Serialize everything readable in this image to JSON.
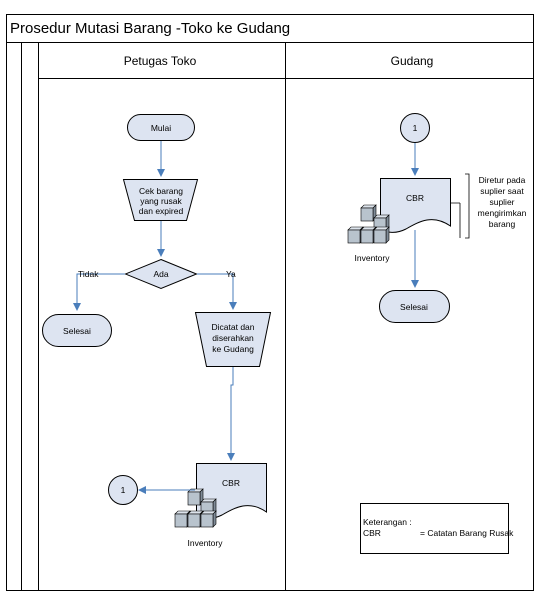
{
  "title": "Prosedur Mutasi Barang -Toko ke Gudang",
  "lanes": {
    "toko": "Petugas Toko",
    "gudang": "Gudang"
  },
  "toko": {
    "start": "Mulai",
    "check": [
      "Cek barang",
      "yang rusak",
      "dan expired"
    ],
    "decision": "Ada",
    "no_label": "Tidak",
    "yes_label": "Ya",
    "end": "Selesai",
    "record": [
      "Dicatat dan",
      "diserahkan",
      "ke Gudang"
    ],
    "doc": "CBR",
    "inventory": "Inventory",
    "connector": "1"
  },
  "gudang": {
    "connector": "1",
    "doc": "CBR",
    "inventory": "Inventory",
    "note": [
      "Diretur pada",
      "suplier saat",
      "suplier",
      "mengirimkan",
      "barang"
    ],
    "end": "Selesai"
  },
  "legend": {
    "title": "Keterangan :",
    "abbr": "CBR",
    "meaning": "= Catatan Barang Rusak"
  },
  "colors": {
    "shape_fill": "#dde4f1",
    "flow_line": "#4a7ebb",
    "border": "#000000",
    "box_fill": "#b8c3cd",
    "box_top": "#dde4ec",
    "box_side": "#7f8b97"
  }
}
